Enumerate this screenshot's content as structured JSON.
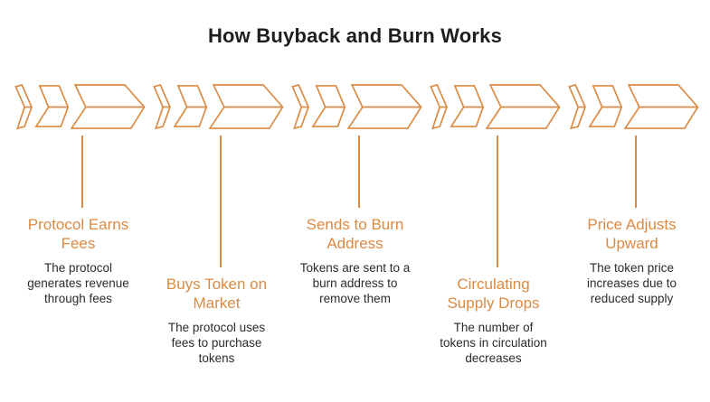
{
  "title": "How Buyback and Burn Works",
  "colors": {
    "accent": "#DB8A43",
    "ink": "#1E1E1E",
    "body": "#2B2B2B",
    "background": "#FFFFFF"
  },
  "icons": {
    "step_icon": "triple-chevron-arrow-icon"
  },
  "steps": [
    {
      "title": "Protocol Earns\nFees",
      "description": "The protocol\ngenerates revenue\nthrough fees"
    },
    {
      "title": "Buys Token on\nMarket",
      "description": "The protocol uses\nfees to purchase\ntokens"
    },
    {
      "title": "Sends to Burn\nAddress",
      "description": "Tokens are sent to a\nburn address to\nremove them"
    },
    {
      "title": "Circulating\nSupply Drops",
      "description": "The number of\ntokens in circulation\ndecreases"
    },
    {
      "title": "Price Adjusts\nUpward",
      "description": "The token price\nincreases due to\nreduced supply"
    }
  ]
}
